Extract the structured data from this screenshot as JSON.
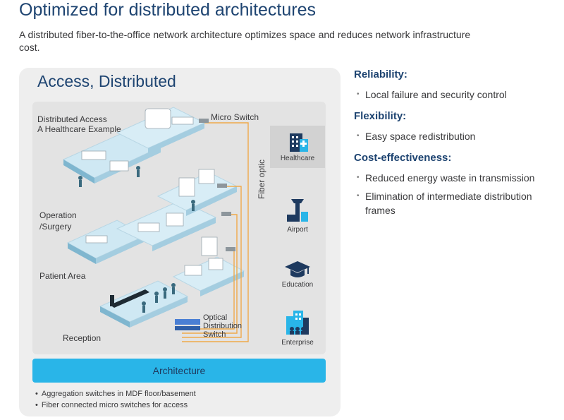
{
  "header": {
    "title": "Optimized for distributed architectures",
    "subtitle": "A distributed fiber-to-the-office network architecture optimizes space and reduces network infrastructure cost."
  },
  "panel": {
    "title": "Access, Distributed",
    "scene_title": "Distributed Access\nA Healthcare Example",
    "labels": {
      "micro_switch": "Micro Switch",
      "fiber_optic": "Fiber optic",
      "operation": "Operation\n/Surgery",
      "patient_area": "Patient Area",
      "reception": "Reception",
      "optical_switch": "Optical\nDistribution\nSwitch"
    },
    "sectors": [
      {
        "name": "Healthcare",
        "icon": "hospital-icon"
      },
      {
        "name": "Airport",
        "icon": "control-tower-icon"
      },
      {
        "name": "Education",
        "icon": "graduation-cap-icon"
      },
      {
        "name": "Enterprise",
        "icon": "office-building-icon"
      }
    ],
    "architecture_label": "Architecture",
    "notes": [
      "Aggregation switches in MDF floor/basement",
      "Fiber connected micro switches for access"
    ]
  },
  "benefits": [
    {
      "heading": "Reliability:",
      "items": [
        "Local failure and security control"
      ]
    },
    {
      "heading": "Flexibility:",
      "items": [
        "Easy space redistribution"
      ]
    },
    {
      "heading": "Cost-effectiveness:",
      "items": [
        "Reduced energy waste in transmission",
        "Elimination of intermediate distribution frames"
      ]
    }
  ],
  "colors": {
    "title": "#1e4471",
    "accent": "#29b5e8",
    "fiber": "#f0a94a",
    "icon_blue": "#1e3a5f"
  }
}
